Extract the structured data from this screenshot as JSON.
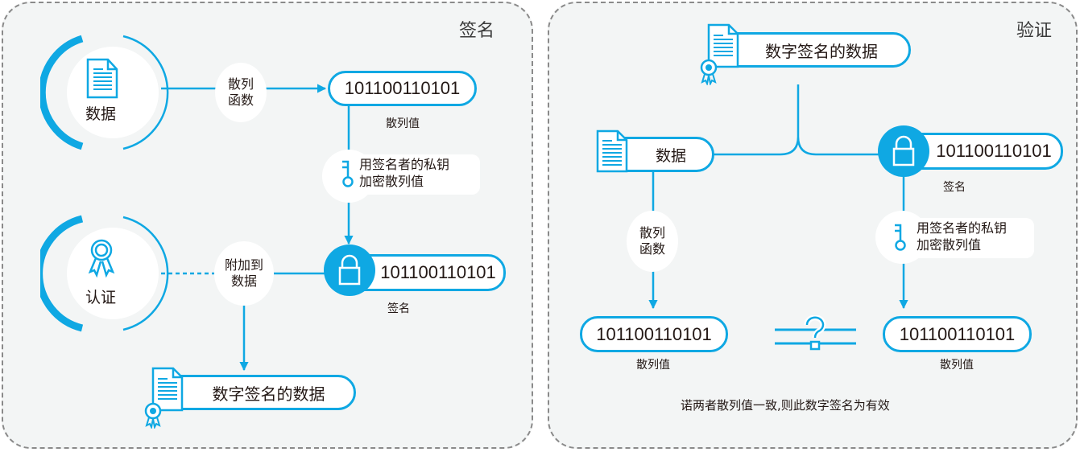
{
  "colors": {
    "accent": "#0fa8e3",
    "panel_bg": "#f3f5f5",
    "border": "#8a8a8a",
    "text": "#231815"
  },
  "signing": {
    "title": "签名",
    "data_node": {
      "label": "数据",
      "icon": "document-icon"
    },
    "hash_function": {
      "line1": "散列",
      "line2": "函数"
    },
    "hash_value": {
      "value": "101100110101",
      "caption": "散列值"
    },
    "encrypt_step": {
      "line1": "用签名者的私钥",
      "line2": "加密散列值",
      "icon": "key-icon"
    },
    "cert_node": {
      "label": "认证",
      "icon": "award-ribbon-icon"
    },
    "attach_step": {
      "line1": "附加到",
      "line2": "数据"
    },
    "signature": {
      "value": "101100110101",
      "caption": "签名",
      "icon": "lock-icon"
    },
    "signed_data": {
      "label": "数字签名的数据",
      "icon": "certified-document-icon"
    }
  },
  "verification": {
    "title": "验证",
    "signed_data": {
      "label": "数字签名的数据",
      "icon": "certified-document-icon"
    },
    "data_node": {
      "label": "数据",
      "icon": "document-icon"
    },
    "signature": {
      "value": "101100110101",
      "caption": "签名",
      "icon": "lock-icon"
    },
    "hash_function": {
      "line1": "散列",
      "line2": "函数"
    },
    "decrypt_step": {
      "line1": "用签名者的私钥",
      "line2": "加密散列值",
      "icon": "key-icon"
    },
    "hash_left": {
      "value": "101100110101",
      "caption": "散列值"
    },
    "hash_right": {
      "value": "101100110101",
      "caption": "散列值"
    },
    "compare_icon": "question-equals-icon",
    "conclusion": "诺两者散列值一致,则此数字签名为有效"
  }
}
